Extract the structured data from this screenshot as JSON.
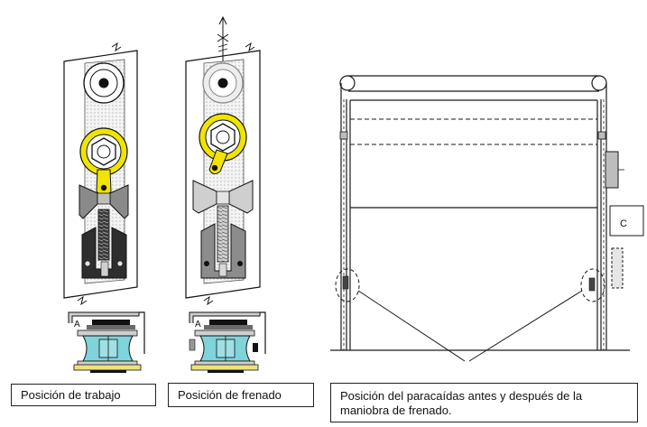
{
  "captions": {
    "work_position": "Posición de trabajo",
    "brake_position": "Posición de frenado",
    "parachute_description": "Posición del paracaídas antes y después de la maniobra de frenado."
  },
  "labels": {
    "detail_a_left": "A",
    "detail_a_right": "A",
    "box_c": "C"
  },
  "colors": {
    "hub": "#f0e400",
    "roller": "#7fd3da",
    "dark_block": "#2e2e2e",
    "line": "#1a1a1a"
  }
}
